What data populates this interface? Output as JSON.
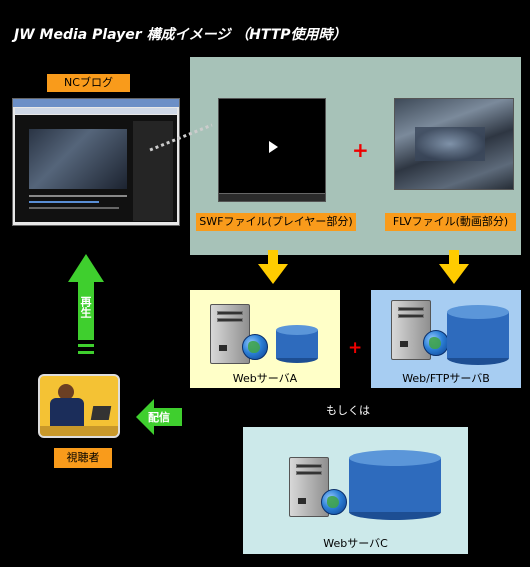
{
  "title": "JW Media Player 構成イメージ （HTTP使用時）",
  "labels": {
    "nc_blog": "NCブログ",
    "swf_file": "SWFファイル(プレイヤー部分)",
    "flv_file": "FLVファイル(動画部分)",
    "play": "再生",
    "deliver": "配信",
    "viewer": "視聴者",
    "or": "もしくは"
  },
  "servers": {
    "a": "WebサーバA",
    "b": "Web/FTPサーバB",
    "c": "WebサーバC"
  },
  "colors": {
    "orange": "#f99b1b",
    "panel_gray": "#a7c2b8",
    "server_a_bg": "#ffffc8",
    "server_b_bg": "#a7cdf2",
    "server_c_bg": "#cce9ea",
    "arrow_green": "#3fcf2e",
    "arrow_yellow": "#ffcc00",
    "plus_red": "#e00000"
  }
}
